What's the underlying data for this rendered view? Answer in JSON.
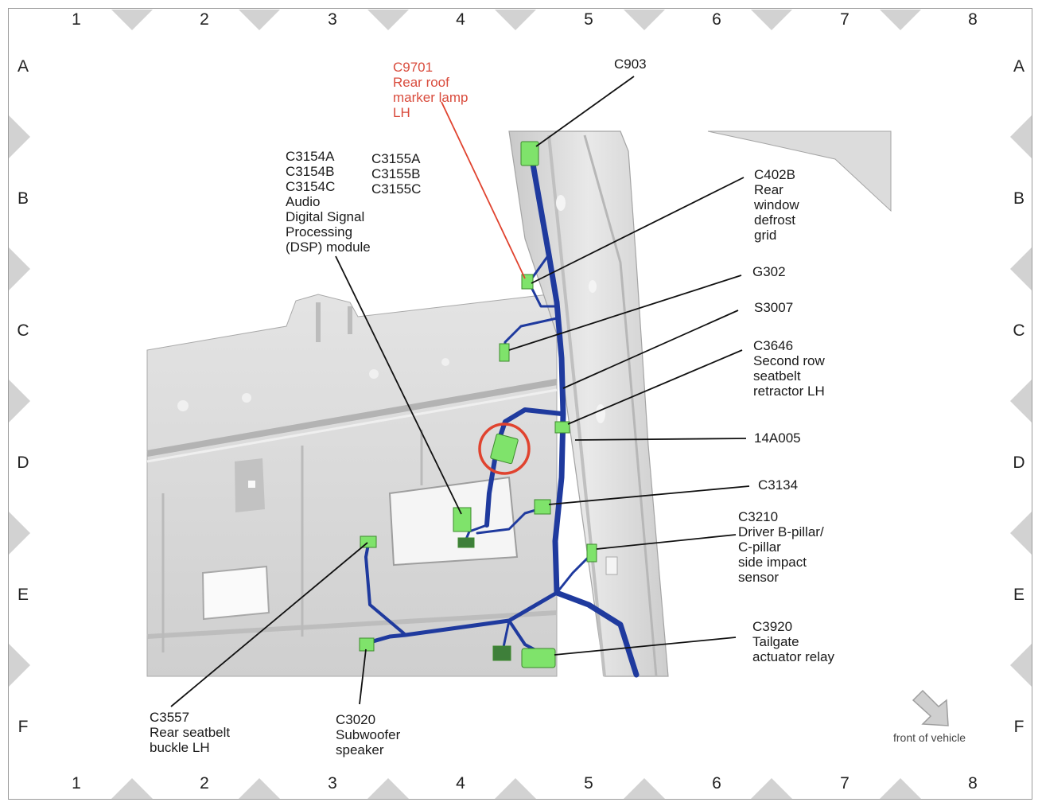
{
  "grid": {
    "columns": [
      "1",
      "2",
      "3",
      "4",
      "5",
      "6",
      "7",
      "8"
    ],
    "rows": [
      "A",
      "B",
      "C",
      "D",
      "E",
      "F"
    ]
  },
  "callouts": {
    "c9701": "C9701\nRear roof\nmarker lamp\nLH",
    "c903": "C903",
    "c3154": "C3154A\nC3154B\nC3154C\nAudio\nDigital Signal\nProcessing\n(DSP) module",
    "c3155": "C3155A\nC3155B\nC3155C",
    "c402b": "C402B\nRear\nwindow\ndefrost\ngrid",
    "g302": "G302",
    "s3007": "S3007",
    "c3646": "C3646\nSecond row\nseatbelt\nretractor LH",
    "a14a005": "14A005",
    "c3134": "C3134",
    "c3210": "C3210\nDriver B-pillar/\nC-pillar\nside impact\nsensor",
    "c3920": "C3920\nTailgate\nactuator relay",
    "c3557": "C3557\nRear seatbelt\nbuckle LH",
    "c3020": "C3020\nSubwoofer\nspeaker"
  },
  "front_of_vehicle": "front of vehicle",
  "colors": {
    "harness": "#1f3a9e",
    "connector": "#7fe36b",
    "highlight": "#e0432f",
    "highlight_text": "#d94b3c",
    "panel": "#d4d4d4"
  }
}
